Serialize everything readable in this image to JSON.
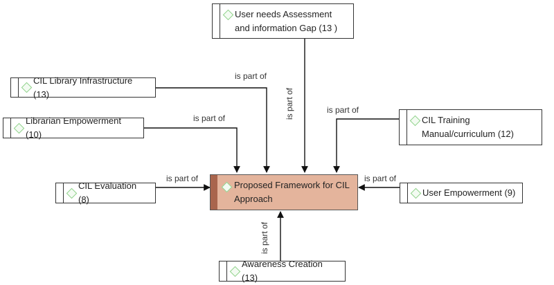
{
  "relation_label": "is part of",
  "nodes": {
    "center": "Proposed Framework for CIL Approach",
    "assessment": "User needs Assessment and information Gap (13 )",
    "infrastructure": "CIL Library Infrastructure (13)",
    "training": "CIL Training Manual/curriculum (12)",
    "librarian": "Librarian Empowerment (10)",
    "evaluation": "CIL Evaluation (8)",
    "user": "User Empowerment  (9)",
    "awareness": "Awareness Creation   (13)"
  },
  "colors": {
    "center_fill": "#e4b49c",
    "center_stripe": "#a9654d",
    "icon": "#8fd18a",
    "line": "#111111"
  }
}
